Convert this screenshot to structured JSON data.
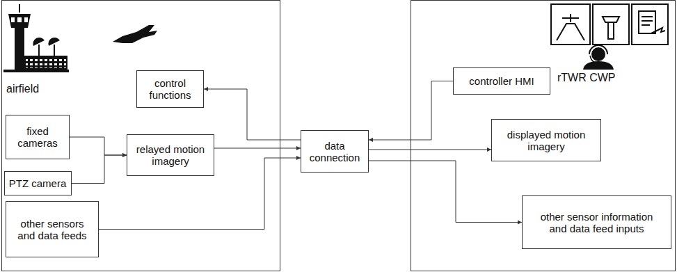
{
  "diagram": {
    "nodes": [
      {
        "text": [
          "airfield"
        ]
      },
      {
        "text": [
          "control functions"
        ],
        "in": 0
      },
      {
        "text": [
          "fixed cameras"
        ],
        "in": 0
      },
      {
        "text": [
          "relayed motion imagery"
        ],
        "in": 0
      },
      {
        "text": [
          "PTZ camera"
        ],
        "in": 0
      },
      {
        "text": [
          "other sensors and data feeds"
        ],
        "in": 0
      },
      {
        "text": [
          "data connection"
        ]
      },
      {
        "text": [
          "rTWR CWP"
        ]
      },
      {
        "text": [
          "controller HMI"
        ],
        "in": 7
      },
      {
        "text": [
          "displayed motion imagery"
        ],
        "in": 7
      },
      {
        "text": [
          "other sensor information and data feed inputs"
        ],
        "in": 7
      }
    ],
    "edges": [
      {
        "from": 6,
        "to": 1,
        "arrow": "to"
      },
      {
        "from": 2,
        "to": 3,
        "arrow": "to"
      },
      {
        "from": 4,
        "to": 3,
        "arrow": "to"
      },
      {
        "from": 3,
        "to": 6,
        "arrow": "to"
      },
      {
        "from": 5,
        "to": 6,
        "arrow": "to"
      },
      {
        "from": 8,
        "to": 6,
        "arrow": "to"
      },
      {
        "from": 6,
        "to": 9,
        "arrow": "to"
      },
      {
        "from": 6,
        "to": 10,
        "arrow": "to"
      }
    ]
  }
}
